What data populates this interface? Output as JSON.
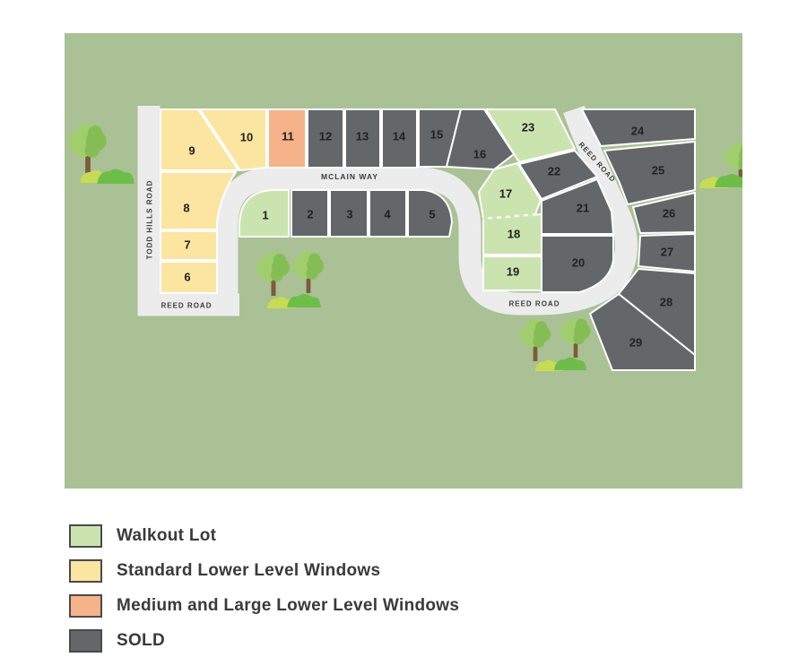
{
  "colors": {
    "map_bg": "#a9c194",
    "road": "#ececec",
    "walkout": "#cbe4af",
    "standard": "#fbe5a0",
    "medium_large": "#f6b289",
    "sold": "#63676a",
    "tree_light": "#a0ce6d",
    "tree_dark": "#85bd55",
    "trunk": "#7d5b3c",
    "bush_yellow": "#c7dc52",
    "bush_green": "#6dbe49",
    "swatch_border": "#4a4a4a"
  },
  "map": {
    "road_labels": [
      {
        "name": "TODD HILLS ROAD"
      },
      {
        "name": "REED ROAD"
      },
      {
        "name": "MCLAIN WAY"
      },
      {
        "name": "REED ROAD"
      },
      {
        "name": "REED ROAD"
      }
    ],
    "lots": [
      {
        "number": "1",
        "status": "walkout"
      },
      {
        "number": "2",
        "status": "sold"
      },
      {
        "number": "3",
        "status": "sold"
      },
      {
        "number": "4",
        "status": "sold"
      },
      {
        "number": "5",
        "status": "sold"
      },
      {
        "number": "6",
        "status": "standard"
      },
      {
        "number": "7",
        "status": "standard"
      },
      {
        "number": "8",
        "status": "standard"
      },
      {
        "number": "9",
        "status": "standard"
      },
      {
        "number": "10",
        "status": "standard"
      },
      {
        "number": "11",
        "status": "medium_large"
      },
      {
        "number": "12",
        "status": "sold"
      },
      {
        "number": "13",
        "status": "sold"
      },
      {
        "number": "14",
        "status": "sold"
      },
      {
        "number": "15",
        "status": "sold"
      },
      {
        "number": "16",
        "status": "sold"
      },
      {
        "number": "17",
        "status": "walkout"
      },
      {
        "number": "18",
        "status": "walkout"
      },
      {
        "number": "19",
        "status": "walkout"
      },
      {
        "number": "20",
        "status": "sold"
      },
      {
        "number": "21",
        "status": "sold"
      },
      {
        "number": "22",
        "status": "sold"
      },
      {
        "number": "23",
        "status": "walkout"
      },
      {
        "number": "24",
        "status": "sold"
      },
      {
        "number": "25",
        "status": "sold"
      },
      {
        "number": "26",
        "status": "sold"
      },
      {
        "number": "27",
        "status": "sold"
      },
      {
        "number": "28",
        "status": "sold"
      },
      {
        "number": "29",
        "status": "sold"
      }
    ]
  },
  "legend": {
    "items": [
      {
        "label": "Walkout Lot",
        "status": "walkout"
      },
      {
        "label": "Standard Lower Level Windows",
        "status": "standard"
      },
      {
        "label": "Medium and Large Lower Level Windows",
        "status": "medium_large"
      },
      {
        "label": "SOLD",
        "status": "sold"
      }
    ]
  }
}
